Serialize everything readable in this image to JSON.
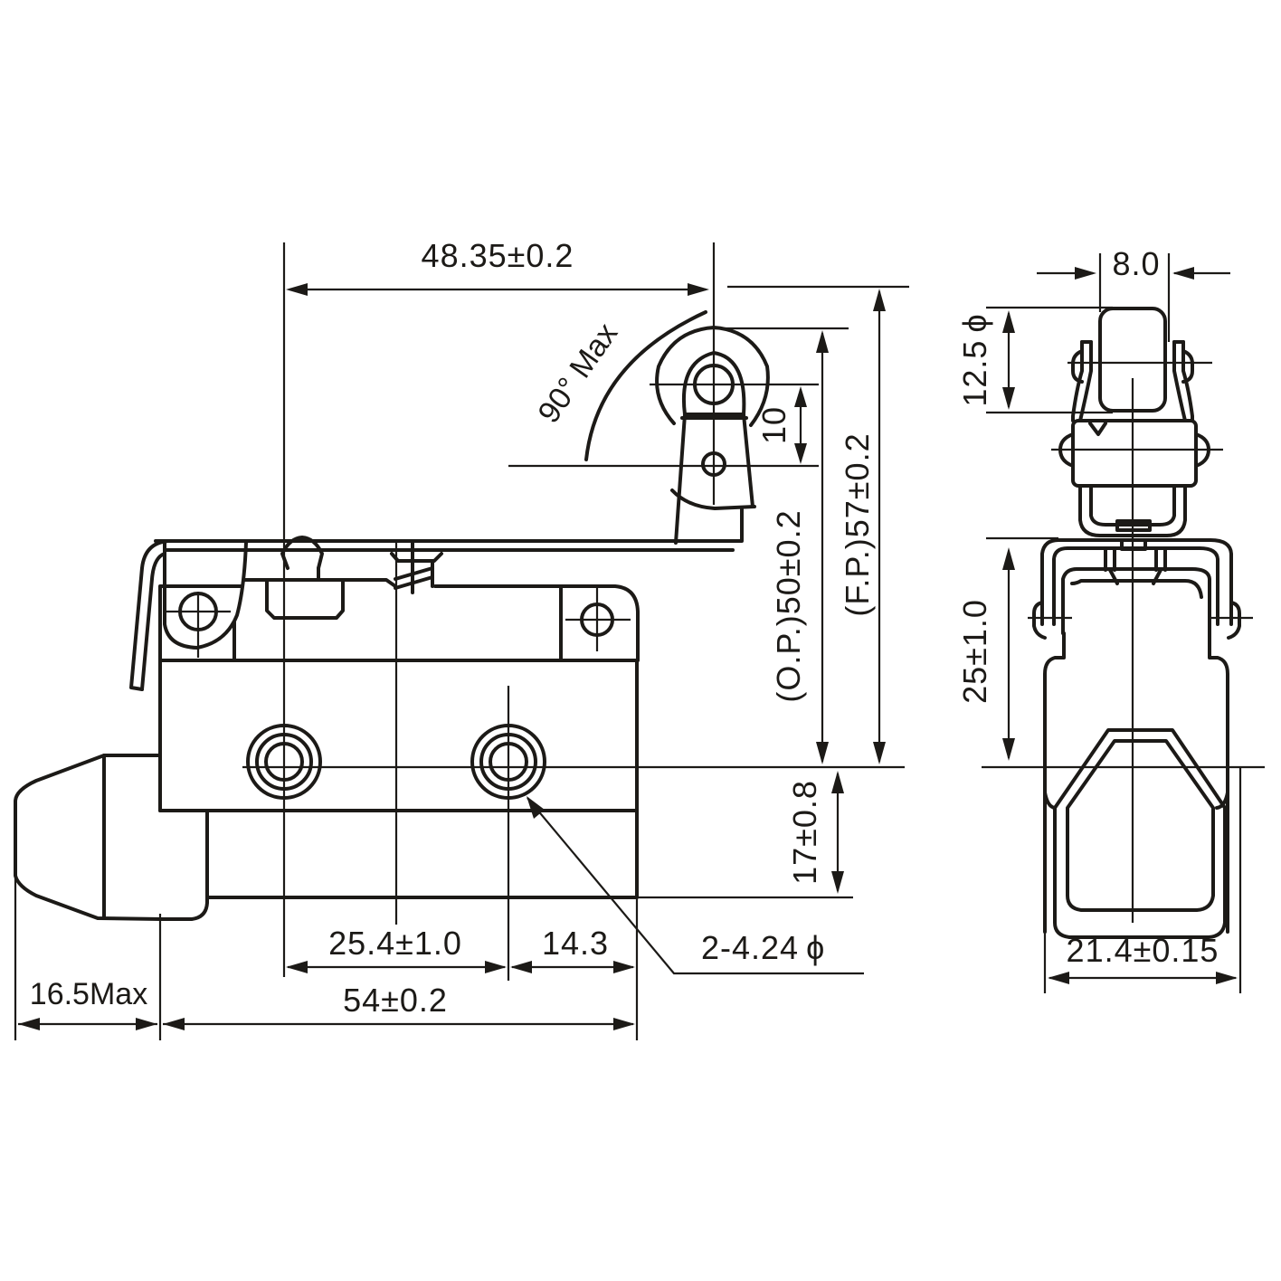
{
  "drawing": {
    "title": "Roller lever limit switch dimension drawing",
    "views": [
      "front-view",
      "side-view"
    ],
    "colors": {
      "line": "#1c1a17",
      "background": "#ffffff"
    }
  },
  "front_view": {
    "dimensions": {
      "lever_reach": "48.35±0.2",
      "lever_angle": "90° Max",
      "roller_offset": "10",
      "operating_position": "(O.P.)50±0.2",
      "free_position": "(F.P.)57±0.2",
      "mount_hole_height": "17±0.8",
      "hole_spacing": "25.4±1.0",
      "hole_to_edge": "14.3",
      "mount_holes": "2-4.24",
      "mount_holes_symbol": "ϕ",
      "body_length": "54±0.2",
      "boot_length": "16.5Max"
    }
  },
  "side_view": {
    "dimensions": {
      "roller_width": "8.0",
      "roller_diameter": "12.5",
      "roller_diameter_symbol": "ϕ",
      "pivot_height": "25±1.0",
      "body_width": "21.4±0.15"
    }
  }
}
